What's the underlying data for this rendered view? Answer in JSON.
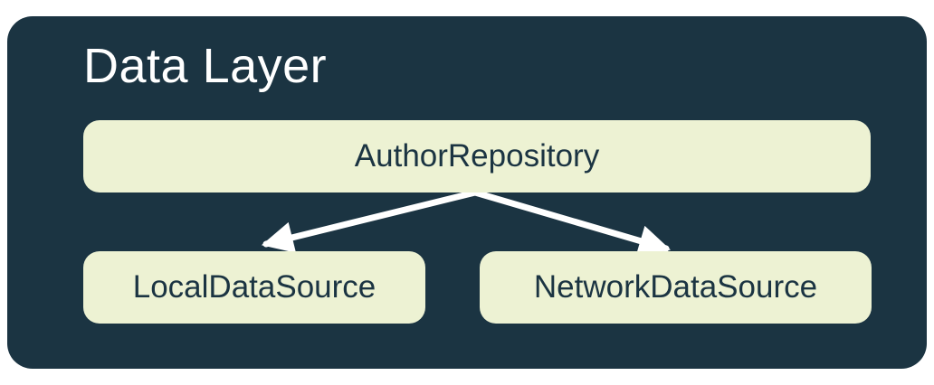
{
  "diagram": {
    "title": "Data Layer",
    "nodes": [
      {
        "id": "author-repository",
        "label": "AuthorRepository"
      },
      {
        "id": "local-data-source",
        "label": "LocalDataSource"
      },
      {
        "id": "network-data-source",
        "label": "NetworkDataSource"
      }
    ],
    "edges": [
      {
        "from": "AuthorRepository",
        "to": "LocalDataSource"
      },
      {
        "from": "AuthorRepository",
        "to": "NetworkDataSource"
      }
    ],
    "colors": {
      "page_bg": "#FFFFFF",
      "container_bg": "#1B3442",
      "node_bg": "#EDF2D3",
      "node_text": "#1B3442",
      "title_text": "#FFFFFF",
      "arrow": "#FFFFFF"
    }
  }
}
